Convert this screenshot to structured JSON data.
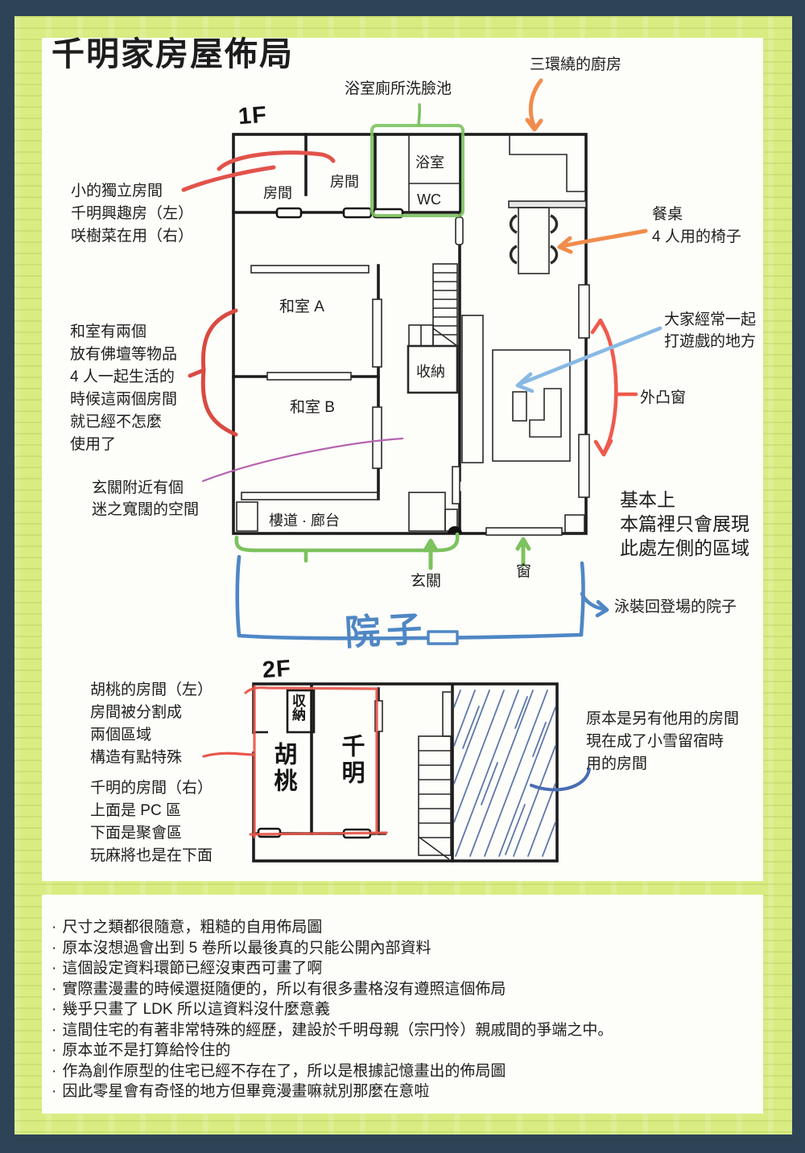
{
  "page": {
    "title": "千明家房屋佈局"
  },
  "floor1": {
    "label": "1F",
    "rooms": {
      "room_left": "房間",
      "room_right": "房間",
      "bath": "浴室",
      "wc": "WC",
      "washitsu_a": "和室 A",
      "washitsu_b": "和室 B",
      "storage": "收納",
      "corridor": "樓道 · 廊台"
    },
    "notes": {
      "bath_facilities": "浴室廁所洗臉池",
      "kitchen": "三環繞的廚房",
      "small_rooms": [
        "小的獨立房間",
        "千明興趣房（左）",
        "咲樹菜在用（右）"
      ],
      "dining": [
        "餐桌",
        "4 人用的椅子"
      ],
      "washitsu": [
        "和室有兩個",
        "放有佛壇等物品",
        "4 人一起生活的",
        "時候這兩個房間",
        "就已經不怎麼",
        "使用了"
      ],
      "genkan_space": [
        "玄關附近有個",
        "迷之寬闊的空間"
      ],
      "game_area": [
        "大家經常一起",
        "打遊戲的地方"
      ],
      "bay_window": "外凸窗",
      "scope": [
        "基本上",
        "本篇裡只會展現",
        "此處左側的區域"
      ],
      "genkan": "玄關",
      "window": "窗",
      "yard": "院子",
      "yard_note": "泳裝回登場的院子"
    }
  },
  "floor2": {
    "label": "2F",
    "rooms": {
      "closet": "収納",
      "kurumi": "胡桃",
      "chiaki": "千明"
    },
    "notes": {
      "kurumi_room": [
        "胡桃的房間（左）",
        "房間被分割成",
        "兩個區域",
        "構造有點特殊"
      ],
      "chiaki_room": [
        "千明的房間（右）",
        "上面是 PC 區",
        "下面是聚會區",
        "玩麻將也是在下面"
      ],
      "guest_room": [
        "原本是另有他用的房間",
        "現在成了小雪留宿時",
        "用的房間"
      ]
    }
  },
  "footer_notes": {
    "bullet": "·",
    "lines": [
      "尺寸之類都很隨意，粗糙的自用佈局圖",
      "原本沒想過會出到 5 卷所以最後真的只能公開內部資料",
      "這個設定資料環節已經沒東西可畫了啊",
      "實際畫漫畫的時候還挺隨便的，所以有很多畫格沒有遵照這個佈局",
      "幾乎只畫了 LDK 所以這資料沒什麼意義",
      "這間住宅的有著非常特殊的經歷，建設於千明母親（宗円怜）親戚間的爭端之中。",
      "原本並不是打算給怜住的",
      "作為創作原型的住宅已經不存在了，所以是根據記憶畫出的佈局圖",
      "因此零星會有奇怪的地方但畢竟漫畫嘛就別那麼在意啦"
    ]
  },
  "colors": {
    "page_border_navy": "#2e4456",
    "frame_lime": "#d9ec82",
    "panel_white": "#fdfdfa",
    "ink": "#1d1d1d",
    "annotation_red": "#e1534a",
    "annotation_green": "#7cc25e",
    "annotation_orange": "#f08c4c",
    "annotation_light_blue": "#88b9e5",
    "annotation_blue": "#4f87c5",
    "annotation_purple": "#b565ae",
    "hatch_blue": "#44619e"
  }
}
